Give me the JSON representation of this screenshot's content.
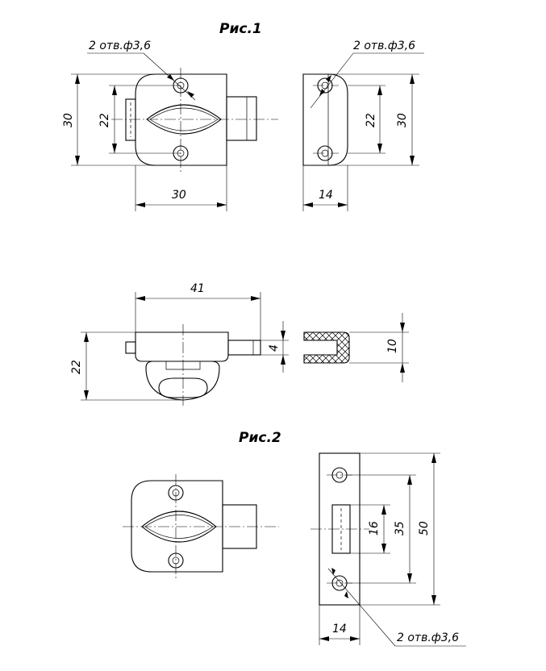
{
  "figures": {
    "fig1_title": "Рис.1",
    "fig2_title": "Рис.2"
  },
  "callouts": {
    "holes_fig1_front": "2 отв.ф3,6",
    "holes_fig1_side": "2 отв.ф3,6",
    "holes_fig2_side": "2 отв.ф3,6"
  },
  "dimensions": {
    "fig1_front_height": "30",
    "fig1_front_hole_spacing": "22",
    "fig1_front_width": "30",
    "fig1_side_hole_spacing": "22",
    "fig1_side_height": "30",
    "fig1_side_width": "14",
    "fig1_top_length": "41",
    "fig1_top_bolt": "4",
    "fig1_top_height": "22",
    "fig1_section_height": "10",
    "fig2_side_slot": "16",
    "fig2_side_hole_spacing": "35",
    "fig2_side_height": "50",
    "fig2_side_width": "14"
  }
}
